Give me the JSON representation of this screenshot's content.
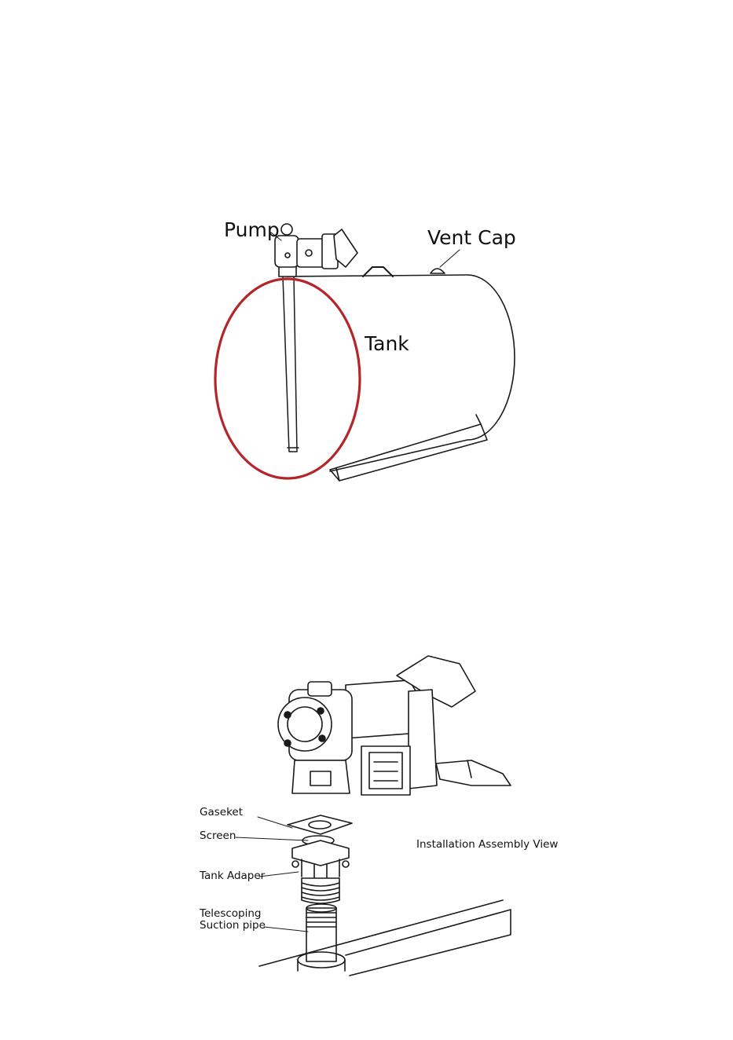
{
  "figure1": {
    "labels": {
      "pump": "Pump",
      "vent_cap": "Vent Cap",
      "tank": "Tank"
    },
    "highlight_color": "#b3262a"
  },
  "figure2": {
    "labels": {
      "gasket": "Gaseket",
      "screen": "Screen",
      "tank_adapter": "Tank Adaper",
      "telescoping": "Telescoping",
      "suction_pipe": "Suction pipe",
      "view_title": "Installation Assembly View"
    }
  }
}
